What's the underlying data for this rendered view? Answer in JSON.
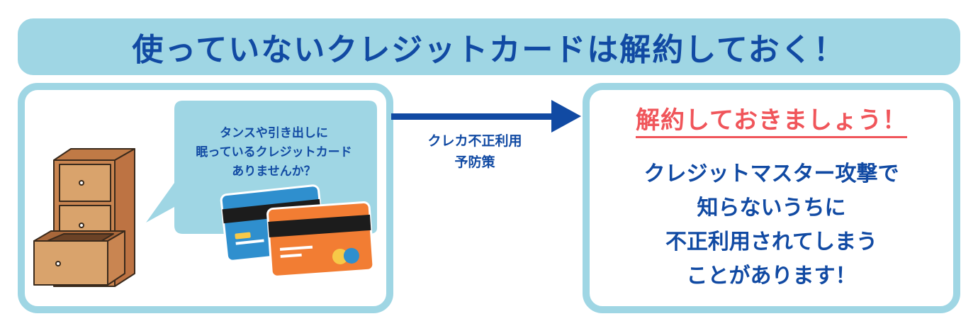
{
  "banner": {
    "title": "使っていないクレジットカードは解約しておく！"
  },
  "left_panel": {
    "bubble_lines": [
      "タンスや引き出しに",
      "眠っているクレジットカード",
      "ありませんか？"
    ]
  },
  "arrow": {
    "label_lines": [
      "クレカ不正利用",
      "予防策"
    ]
  },
  "right_panel": {
    "heading": "解約しておきましょう！",
    "body_lines": [
      "クレジットマスター攻撃で",
      "知らないうちに",
      "不正利用されてしまう",
      "ことがあります！"
    ]
  },
  "colors": {
    "banner": "#9fd6e4",
    "primary_text": "#114aa3",
    "accent_red": "#f0555a",
    "card_blue": "#2f8fce",
    "card_orange": "#f27d33",
    "drawer": "#d49a63"
  },
  "icons": [
    "drawer-cabinet-icon",
    "credit-card-icon",
    "arrow-right-icon"
  ]
}
